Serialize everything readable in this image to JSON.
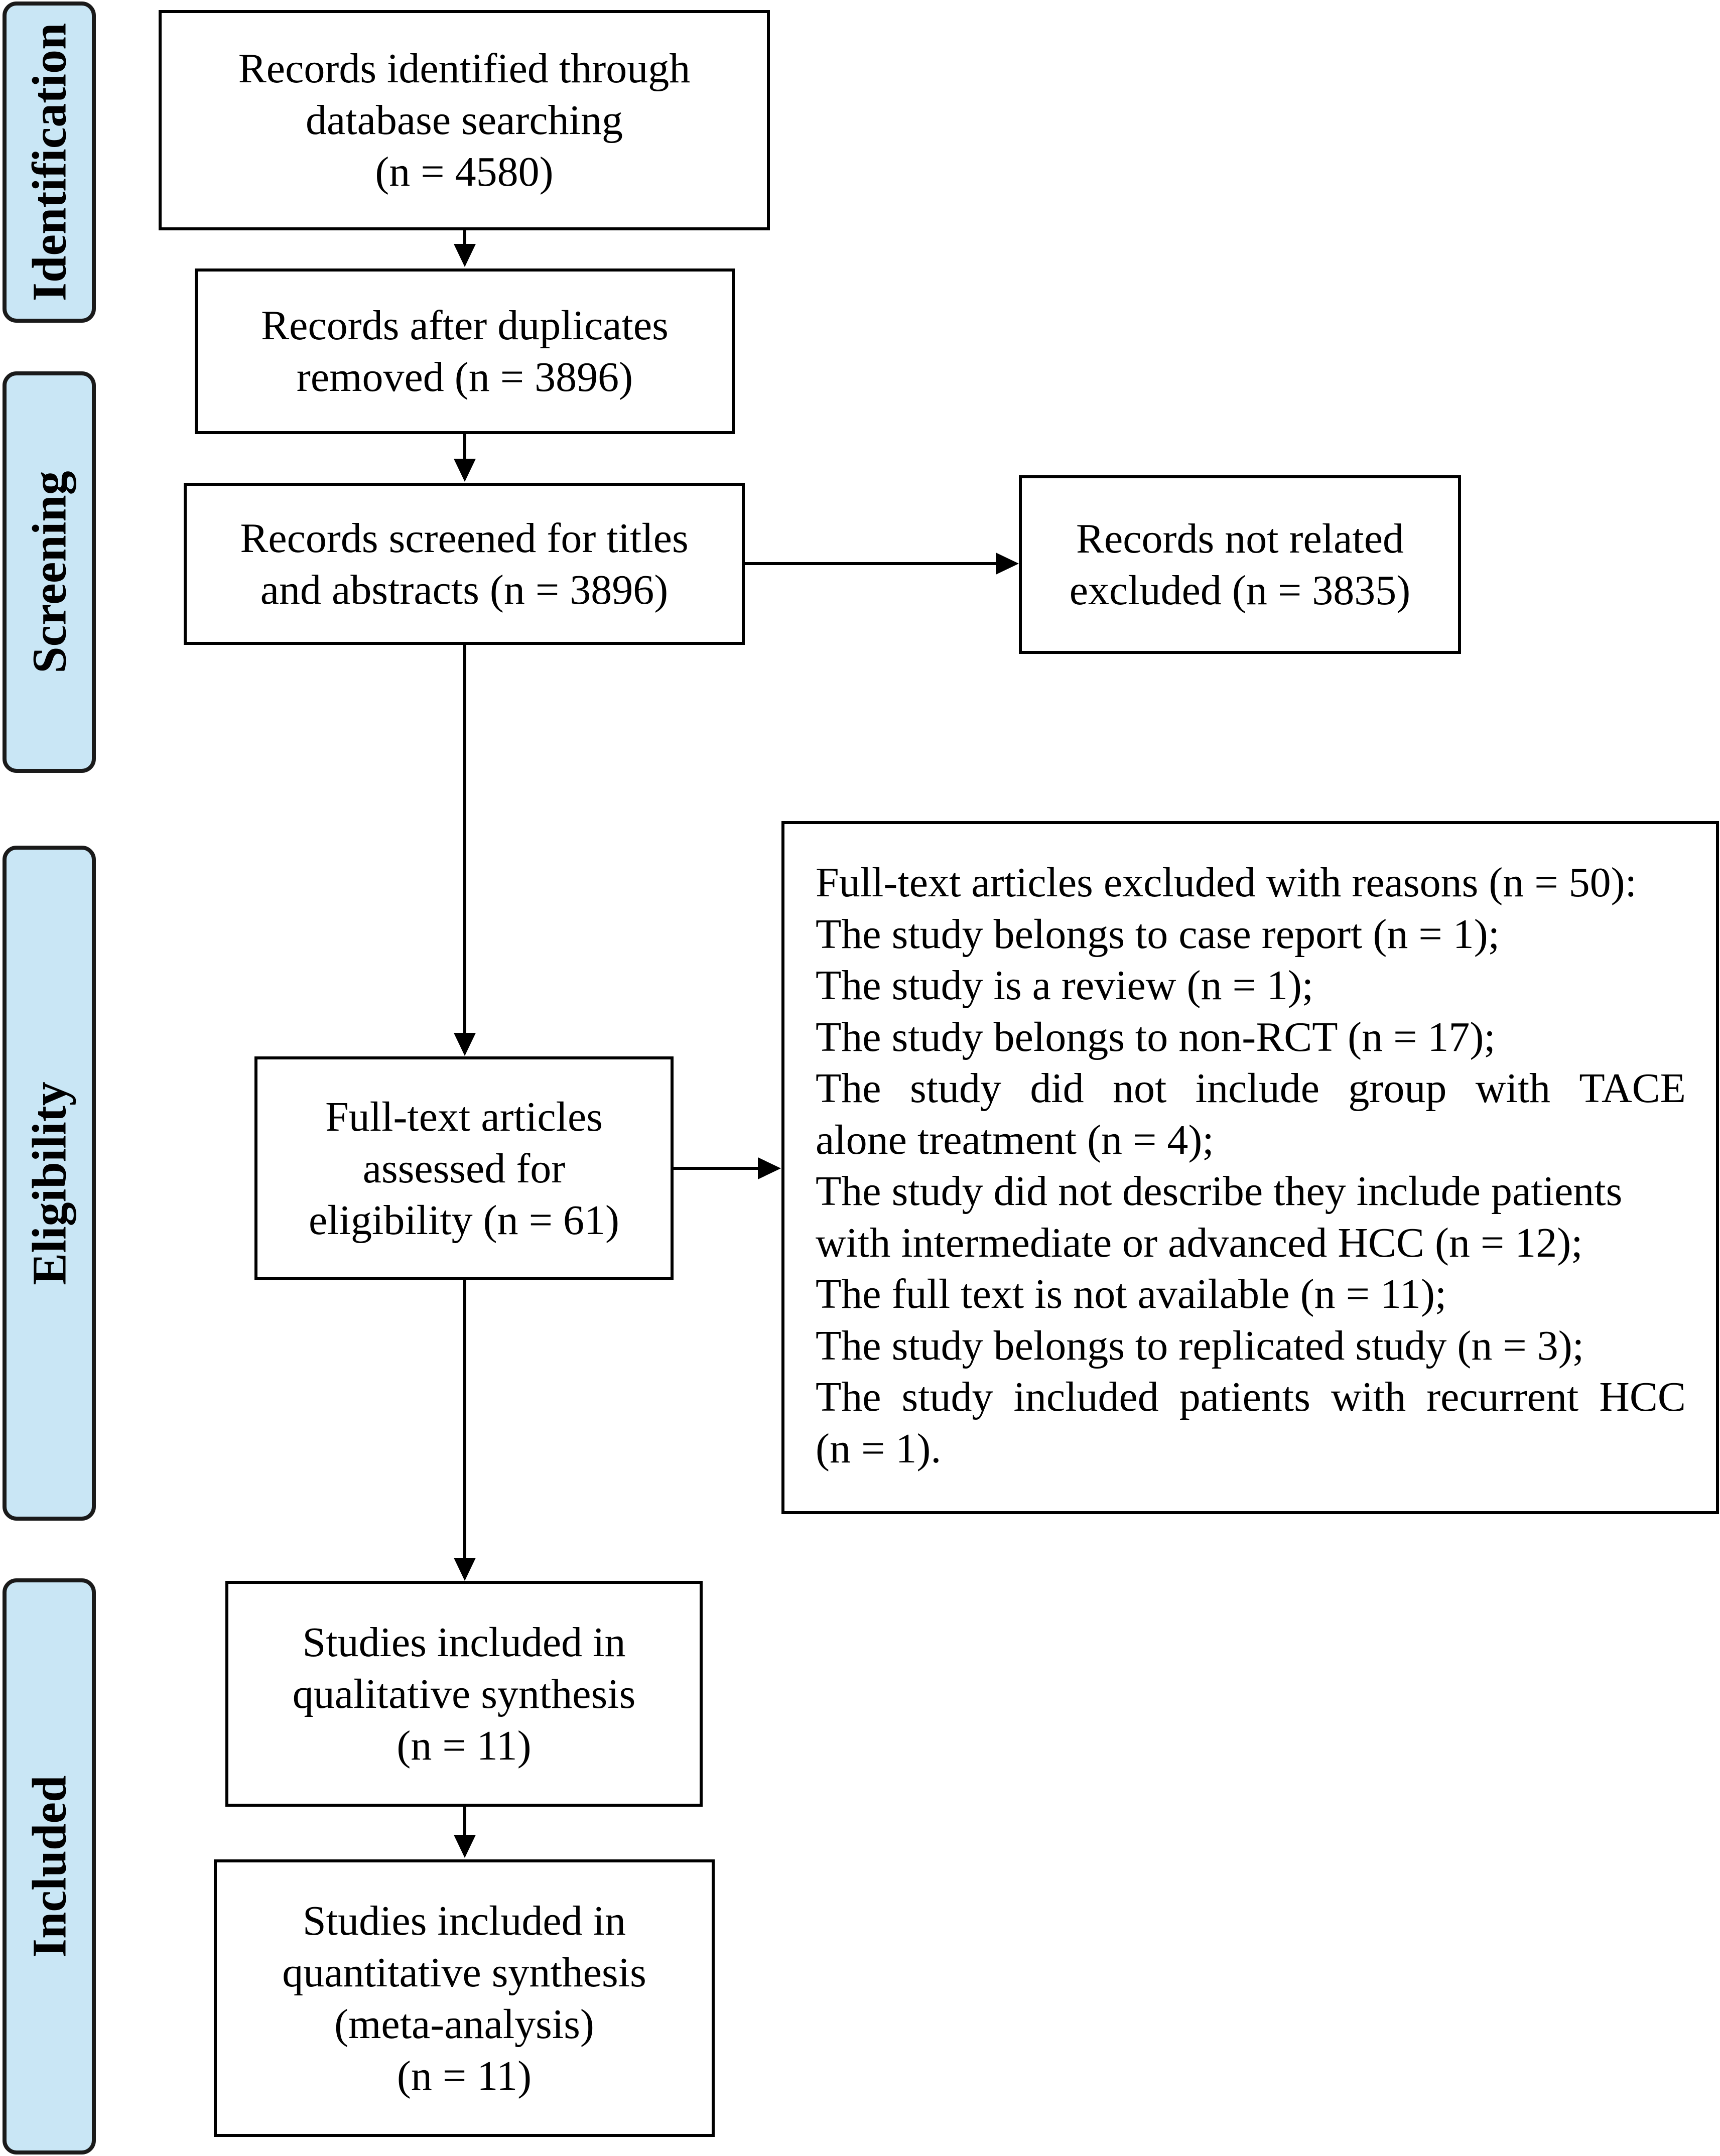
{
  "phases": [
    {
      "id": "identification",
      "label": "Identification"
    },
    {
      "id": "screening",
      "label": "Screening"
    },
    {
      "id": "eligibility",
      "label": "Eligibility"
    },
    {
      "id": "included",
      "label": "Included"
    }
  ],
  "boxes": {
    "identified": {
      "lines": [
        "Records identified through",
        "database searching",
        "(n = 4580)"
      ]
    },
    "after_duplicates": {
      "lines": [
        "Records after duplicates",
        "removed (n = 3896)"
      ]
    },
    "screened": {
      "lines": [
        "Records screened for titles",
        "and abstracts (n = 3896)"
      ]
    },
    "not_related": {
      "lines": [
        "Records not related",
        "excluded (n = 3835)"
      ]
    },
    "full_text": {
      "lines": [
        "Full-text articles",
        "assessed for",
        "eligibility (n = 61)"
      ]
    },
    "qualitative": {
      "lines": [
        "Studies included in",
        "qualitative synthesis",
        "(n = 11)"
      ]
    },
    "quantitative": {
      "lines": [
        "Studies included in",
        "quantitative synthesis",
        "(meta-analysis)",
        "(n = 11)"
      ]
    }
  },
  "exclusion_reasons": {
    "lines": [
      "Full-text articles excluded with reasons (n = 50):",
      "The study belongs to case report (n = 1);",
      "The study is a review (n = 1);",
      "The study belongs to non-RCT (n = 17);",
      "The study did not include group with TACE",
      "alone treatment (n = 4);",
      "The study did not describe they include patients",
      "with intermediate or advanced HCC (n = 12);",
      "The full text is not available (n = 11);",
      "The study belongs to replicated study (n = 3);",
      "The study included patients with recurrent HCC",
      "(n = 1)."
    ]
  }
}
